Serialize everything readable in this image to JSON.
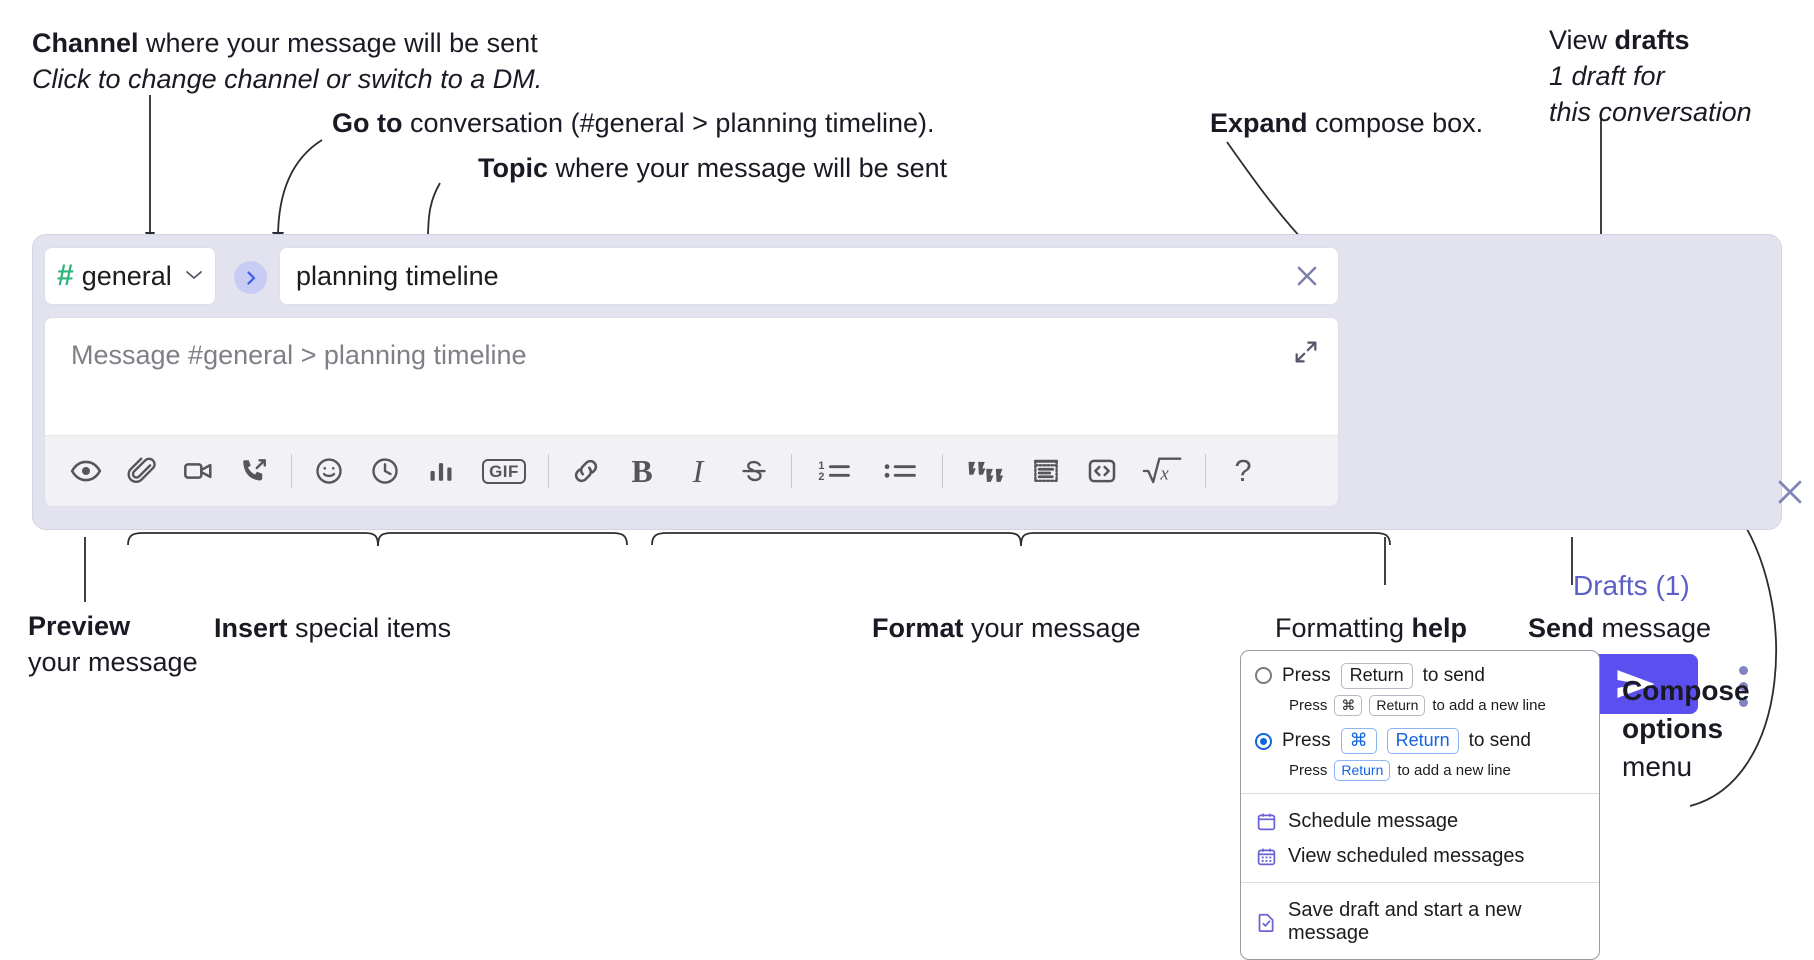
{
  "annotations": {
    "channel": {
      "bold": "Channel",
      "rest": " where your message will be sent",
      "sub": "Click to change channel or switch to a DM."
    },
    "goto": {
      "bold": "Go to",
      "rest": " conversation (#general > planning timeline)."
    },
    "topic": {
      "bold": "Topic",
      "rest": " where your message will be sent"
    },
    "expand": {
      "bold": "Expand",
      "rest": " compose box."
    },
    "drafts": {
      "pre": "View ",
      "bold": "drafts",
      "sub1": "1 draft for",
      "sub2": "this conversation"
    },
    "preview": {
      "bold": "Preview",
      "line2": "your message"
    },
    "insert": {
      "bold": "Insert",
      "rest": " special items"
    },
    "format": {
      "bold": "Format",
      "rest": " your message"
    },
    "help": {
      "pre": "Formatting ",
      "bold": "help"
    },
    "send": {
      "bold": "Send",
      "rest": " message"
    },
    "compose_options": {
      "line1": "Compose",
      "line2": "options",
      "line3": "menu"
    }
  },
  "compose": {
    "channel_name": "general",
    "hash": "#",
    "topic_value": "planning timeline",
    "message_placeholder": "Message #general > planning timeline",
    "drafts_label": "Drafts (1)",
    "toolbar": [
      {
        "name": "preview-icon",
        "label": "Preview"
      },
      {
        "name": "attachment-icon",
        "label": "Attach file"
      },
      {
        "name": "video-icon",
        "label": "Record video clip"
      },
      {
        "name": "audio-call-icon",
        "label": "Record audio clip"
      },
      {
        "name": "emoji-icon",
        "label": "Emoji"
      },
      {
        "name": "clock-icon",
        "label": "Reminder"
      },
      {
        "name": "poll-icon",
        "label": "Poll"
      },
      {
        "name": "gif-icon",
        "label": "GIF"
      },
      {
        "name": "link-icon",
        "label": "Link"
      },
      {
        "name": "bold-icon",
        "label": "B"
      },
      {
        "name": "italic-icon",
        "label": "I"
      },
      {
        "name": "strikethrough-icon",
        "label": "Strikethrough"
      },
      {
        "name": "ordered-list-icon",
        "label": "Ordered list"
      },
      {
        "name": "bulleted-list-icon",
        "label": "Bulleted list"
      },
      {
        "name": "blockquote-icon",
        "label": "Blockquote"
      },
      {
        "name": "code-block-icon",
        "label": "Code block"
      },
      {
        "name": "inline-code-icon",
        "label": "Code"
      },
      {
        "name": "math-icon",
        "label": "Math"
      },
      {
        "name": "formatting-help-icon",
        "label": "?"
      }
    ]
  },
  "options_menu": {
    "option1": {
      "pre": "Press",
      "key": "Return",
      "post": "to send",
      "sub_pre": "Press",
      "sub_key1": "⌘",
      "sub_key2": "Return",
      "sub_post": "to add a new line",
      "selected": false
    },
    "option2": {
      "pre": "Press",
      "key1": "⌘",
      "key2": "Return",
      "post": "to send",
      "sub_pre": "Press",
      "sub_key": "Return",
      "sub_post": "to add a new line",
      "selected": true
    },
    "items": [
      {
        "name": "schedule-message",
        "label": "Schedule message",
        "icon": "calendar-icon"
      },
      {
        "name": "view-scheduled-messages",
        "label": "View scheduled messages",
        "icon": "calendar-grid-icon"
      },
      {
        "name": "save-draft-new-message",
        "label": "Save draft and start a new message",
        "icon": "draft-check-icon"
      }
    ]
  },
  "colors": {
    "panel_bg": "#e2e3ee",
    "send_button": "#5b4ff0",
    "accent_link": "#5c5fc7",
    "hash_green": "#2fb67c",
    "goto_bg": "#c7ccf5",
    "radio_blue": "#1264e0"
  }
}
